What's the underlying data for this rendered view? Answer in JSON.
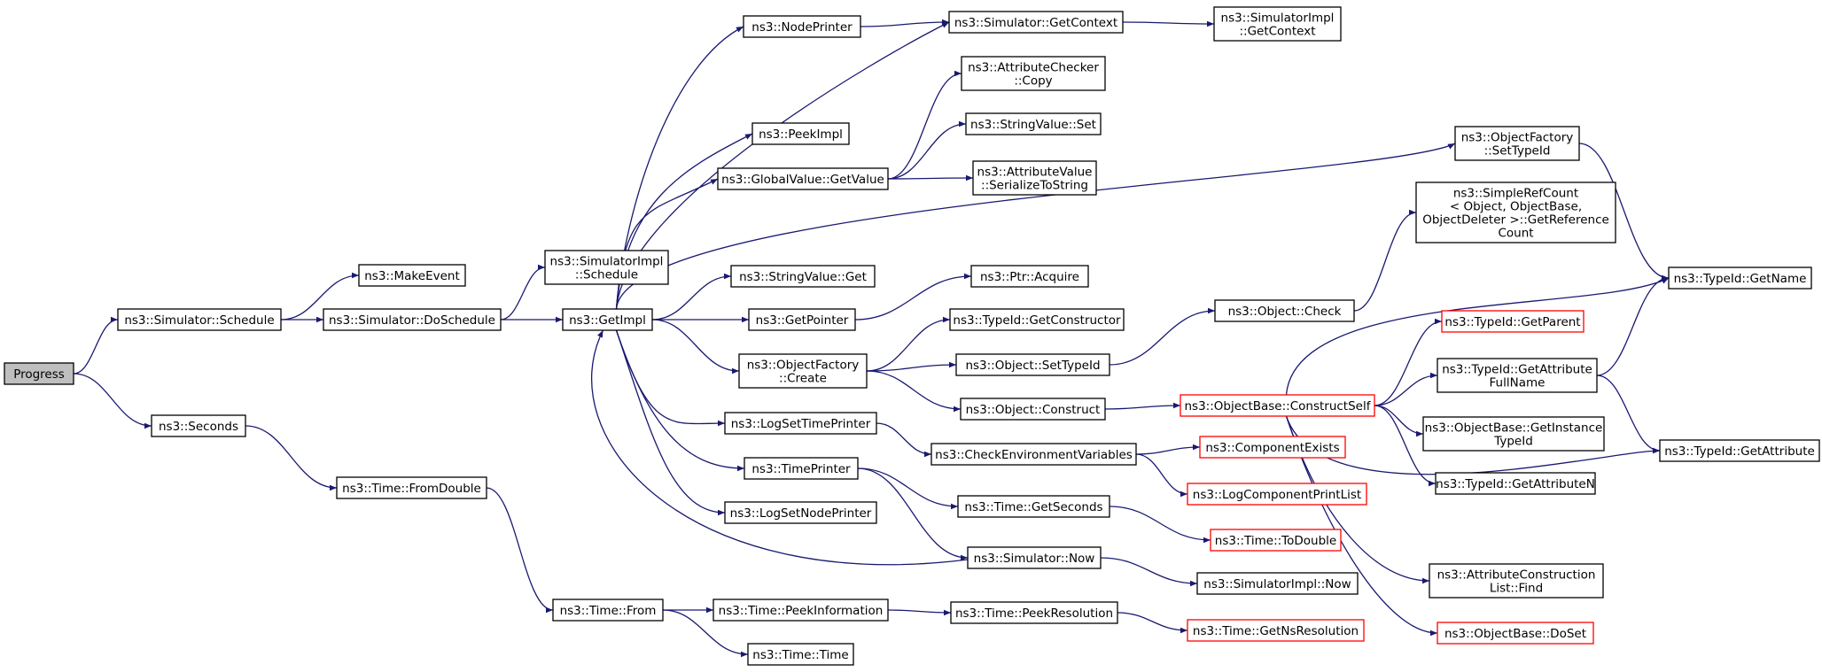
{
  "colors": {
    "edge": "#191970",
    "node_border": "#000000",
    "node_border_truncated": "#ff0000",
    "root_fill": "#bfbfbf",
    "node_fill": "#ffffff"
  },
  "nodes": [
    {
      "id": "progress",
      "lines": [
        "Progress"
      ],
      "root": true
    },
    {
      "id": "sim-schedule",
      "lines": [
        "ns3::Simulator::Schedule"
      ]
    },
    {
      "id": "seconds",
      "lines": [
        "ns3::Seconds"
      ]
    },
    {
      "id": "make-event",
      "lines": [
        "ns3::MakeEvent"
      ]
    },
    {
      "id": "sim-doschedule",
      "lines": [
        "ns3::Simulator::DoSchedule"
      ]
    },
    {
      "id": "simimpl-schedule",
      "lines": [
        "ns3::SimulatorImpl",
        "::Schedule"
      ]
    },
    {
      "id": "getimpl",
      "lines": [
        "ns3::GetImpl"
      ]
    },
    {
      "id": "time-fromdouble",
      "lines": [
        "ns3::Time::FromDouble"
      ]
    },
    {
      "id": "time-from",
      "lines": [
        "ns3::Time::From"
      ]
    },
    {
      "id": "nodeprinter",
      "lines": [
        "ns3::NodePrinter"
      ]
    },
    {
      "id": "peekimpl",
      "lines": [
        "ns3::PeekImpl"
      ]
    },
    {
      "id": "globalvalue-getvalue",
      "lines": [
        "ns3::GlobalValue::GetValue"
      ]
    },
    {
      "id": "stringvalue-get",
      "lines": [
        "ns3::StringValue::Get"
      ]
    },
    {
      "id": "getpointer",
      "lines": [
        "ns3::GetPointer"
      ]
    },
    {
      "id": "objectfactory-create",
      "lines": [
        "ns3::ObjectFactory",
        "::Create"
      ]
    },
    {
      "id": "logsettimeprinter",
      "lines": [
        "ns3::LogSetTimePrinter"
      ]
    },
    {
      "id": "timeprinter",
      "lines": [
        "ns3::TimePrinter"
      ]
    },
    {
      "id": "logsetnodeprinter",
      "lines": [
        "ns3::LogSetNodePrinter"
      ]
    },
    {
      "id": "time-peekinformation",
      "lines": [
        "ns3::Time::PeekInformation"
      ]
    },
    {
      "id": "time-time",
      "lines": [
        "ns3::Time::Time"
      ]
    },
    {
      "id": "sim-getcontext",
      "lines": [
        "ns3::Simulator::GetContext"
      ]
    },
    {
      "id": "attrchecker-copy",
      "lines": [
        "ns3::AttributeChecker",
        "::Copy"
      ]
    },
    {
      "id": "stringvalue-set",
      "lines": [
        "ns3::StringValue::Set"
      ]
    },
    {
      "id": "attrvalue-serialize",
      "lines": [
        "ns3::AttributeValue",
        "::SerializeToString"
      ]
    },
    {
      "id": "ptr-acquire",
      "lines": [
        "ns3::Ptr::Acquire"
      ]
    },
    {
      "id": "typeid-getconstructor",
      "lines": [
        "ns3::TypeId::GetConstructor"
      ]
    },
    {
      "id": "object-settypeid",
      "lines": [
        "ns3::Object::SetTypeId"
      ]
    },
    {
      "id": "object-construct",
      "lines": [
        "ns3::Object::Construct"
      ]
    },
    {
      "id": "checkenvvars",
      "lines": [
        "ns3::CheckEnvironmentVariables"
      ]
    },
    {
      "id": "time-getseconds",
      "lines": [
        "ns3::Time::GetSeconds"
      ]
    },
    {
      "id": "sim-now",
      "lines": [
        "ns3::Simulator::Now"
      ]
    },
    {
      "id": "time-peekresolution",
      "lines": [
        "ns3::Time::PeekResolution"
      ]
    },
    {
      "id": "simimpl-getcontext",
      "lines": [
        "ns3::SimulatorImpl",
        "::GetContext"
      ]
    },
    {
      "id": "objectfactory-settypeid",
      "lines": [
        "ns3::ObjectFactory",
        "::SetTypeId"
      ]
    },
    {
      "id": "simplerefcount",
      "lines": [
        "ns3::SimpleRefCount",
        "< Object, ObjectBase,",
        " ObjectDeleter >::GetReference",
        "Count"
      ]
    },
    {
      "id": "object-check",
      "lines": [
        "ns3::Object::Check"
      ]
    },
    {
      "id": "objectbase-constructself",
      "lines": [
        "ns3::ObjectBase::ConstructSelf"
      ],
      "truncated": true
    },
    {
      "id": "componentexists",
      "lines": [
        "ns3::ComponentExists"
      ],
      "truncated": true
    },
    {
      "id": "logcomponentprintlist",
      "lines": [
        "ns3::LogComponentPrintList"
      ],
      "truncated": true
    },
    {
      "id": "time-todouble",
      "lines": [
        "ns3::Time::ToDouble"
      ],
      "truncated": true
    },
    {
      "id": "simimpl-now",
      "lines": [
        "ns3::SimulatorImpl::Now"
      ]
    },
    {
      "id": "time-getnsresolution",
      "lines": [
        "ns3::Time::GetNsResolution"
      ],
      "truncated": true
    },
    {
      "id": "typeid-getname",
      "lines": [
        "ns3::TypeId::GetName"
      ]
    },
    {
      "id": "typeid-getparent",
      "lines": [
        "ns3::TypeId::GetParent"
      ],
      "truncated": true
    },
    {
      "id": "typeid-getattributefullname",
      "lines": [
        "ns3::TypeId::GetAttribute",
        "FullName"
      ]
    },
    {
      "id": "objectbase-getinstancetypeid",
      "lines": [
        "ns3::ObjectBase::GetInstance",
        "TypeId"
      ]
    },
    {
      "id": "typeid-getattributen",
      "lines": [
        "ns3::TypeId::GetAttributeN"
      ]
    },
    {
      "id": "attrconstructionlist-find",
      "lines": [
        "ns3::AttributeConstruction",
        "List::Find"
      ]
    },
    {
      "id": "objectbase-doset",
      "lines": [
        "ns3::ObjectBase::DoSet"
      ],
      "truncated": true
    },
    {
      "id": "typeid-getattribute",
      "lines": [
        "ns3::TypeId::GetAttribute"
      ]
    }
  ]
}
